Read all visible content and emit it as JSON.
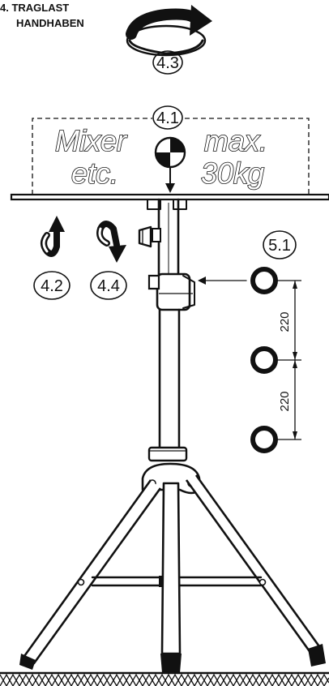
{
  "heading": {
    "line1": "4. TRAGLAST",
    "line2": "HANDHABEN"
  },
  "callouts": {
    "rotate_top": "4.3",
    "load": "4.1",
    "rotate_left": "4.2",
    "rotate_right": "4.4",
    "holes": "5.1"
  },
  "load_label": {
    "left_line1": "Mixer",
    "left_line2": "etc.",
    "right_line1": "max.",
    "right_line2": "30kg"
  },
  "dimensions": {
    "upper": "220",
    "lower": "220"
  },
  "colors": {
    "ink": "#111111",
    "background": "#ffffff"
  }
}
